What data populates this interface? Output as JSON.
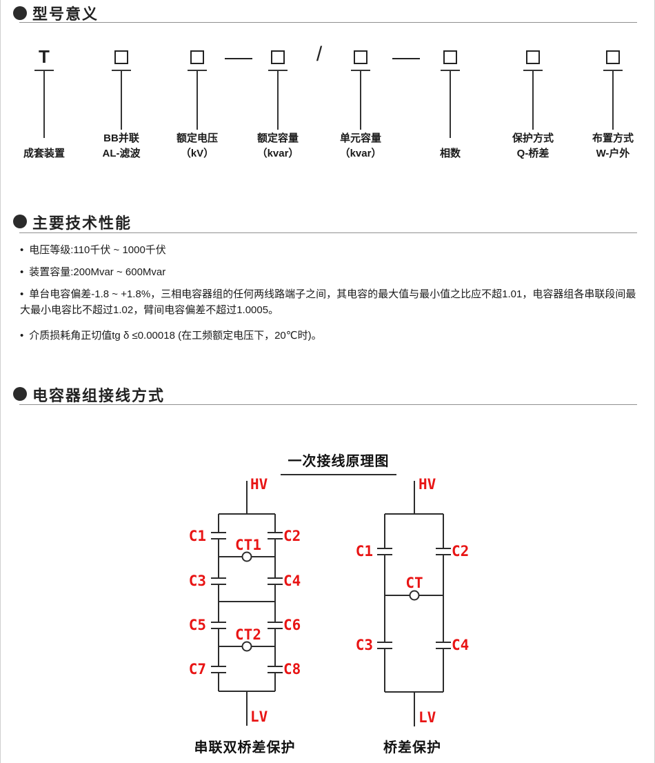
{
  "colors": {
    "accent_red": "#e81414",
    "line_black": "#2b2b2b",
    "rule_gray": "#8f8f8f"
  },
  "sections": {
    "model": {
      "title": "型号意义",
      "bullet_icon": "filled-circle"
    },
    "performance": {
      "title": "主要技术性能",
      "bullet_icon": "filled-circle"
    },
    "wiring": {
      "title": "电容器组接线方式",
      "bullet_icon": "filled-circle"
    }
  },
  "model_diagram": {
    "columns": [
      {
        "symbol": "T",
        "line1": "",
        "line2": "成套装置"
      },
      {
        "symbol": "□",
        "line1": "BB并联",
        "line2": "AL-滤波"
      },
      {
        "symbol": "□",
        "line1": "额定电压",
        "line2": "（kV）"
      },
      {
        "symbol": "□",
        "line1": "额定容量",
        "line2": "（kvar）"
      },
      {
        "symbol": "□",
        "line1": "单元容量",
        "line2": "（kvar）"
      },
      {
        "symbol": "□",
        "line1": "",
        "line2": "相数"
      },
      {
        "symbol": "□",
        "line1": "保护方式",
        "line2": "Q-桥差"
      },
      {
        "symbol": "□",
        "line1": "布置方式",
        "line2": "W-户外"
      }
    ],
    "separators": {
      "dash1": "—",
      "slash": "/",
      "dash2": "—"
    }
  },
  "performance": {
    "bullet_char": "•",
    "items": [
      "电压等级:110千伏 ~ 1000千伏",
      "装置容量:200Mvar ~ 600Mvar",
      "单台电容偏差-1.8 ~ +1.8%，三相电容器组的任何两线路端子之间，其电容的最大值与最小值之比应不超1.01，电容器组各串联段间最大最小电容比不超过1.02，臂间电容偏差不超过1.0005。",
      "介质损耗角正切值tg δ ≤0.00018 (在工频额定电压下，20℃时)。"
    ]
  },
  "wiring": {
    "diagram_title": "一次接线原理图",
    "left": {
      "hv": "HV",
      "lv": "LV",
      "caps": [
        "C1",
        "C2",
        "C3",
        "C4",
        "C5",
        "C6",
        "C7",
        "C8"
      ],
      "ct1": "CT1",
      "ct2": "CT2",
      "caption": "串联双桥差保护"
    },
    "right": {
      "hv": "HV",
      "lv": "LV",
      "caps": [
        "C1",
        "C2",
        "C3",
        "C4"
      ],
      "ct": "CT",
      "caption": "桥差保护"
    }
  }
}
